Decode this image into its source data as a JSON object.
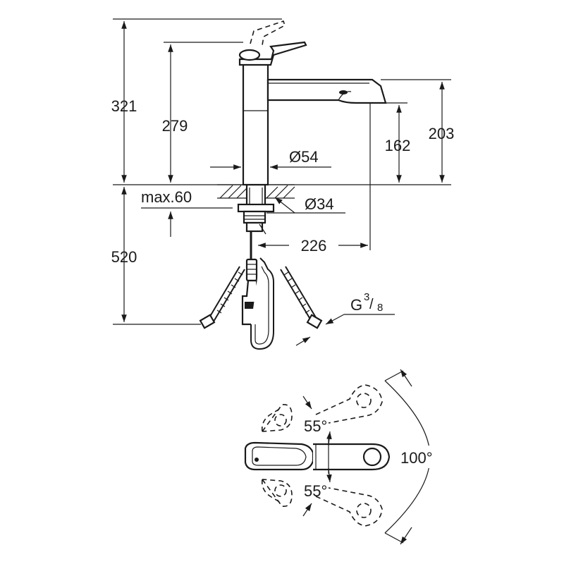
{
  "dimensions": {
    "total_height": "321",
    "lever_height": "279",
    "spout_height": "203",
    "outlet_height": "162",
    "body_diameter": "Ø54",
    "hole_diameter": "Ø34",
    "max_deck": "max.60",
    "hose_length": "520",
    "spout_reach": "226",
    "thread_base": "G",
    "thread_num": "3",
    "thread_den": "8"
  },
  "angles": {
    "upper": "55°",
    "lower": "55°",
    "total": "100°"
  }
}
